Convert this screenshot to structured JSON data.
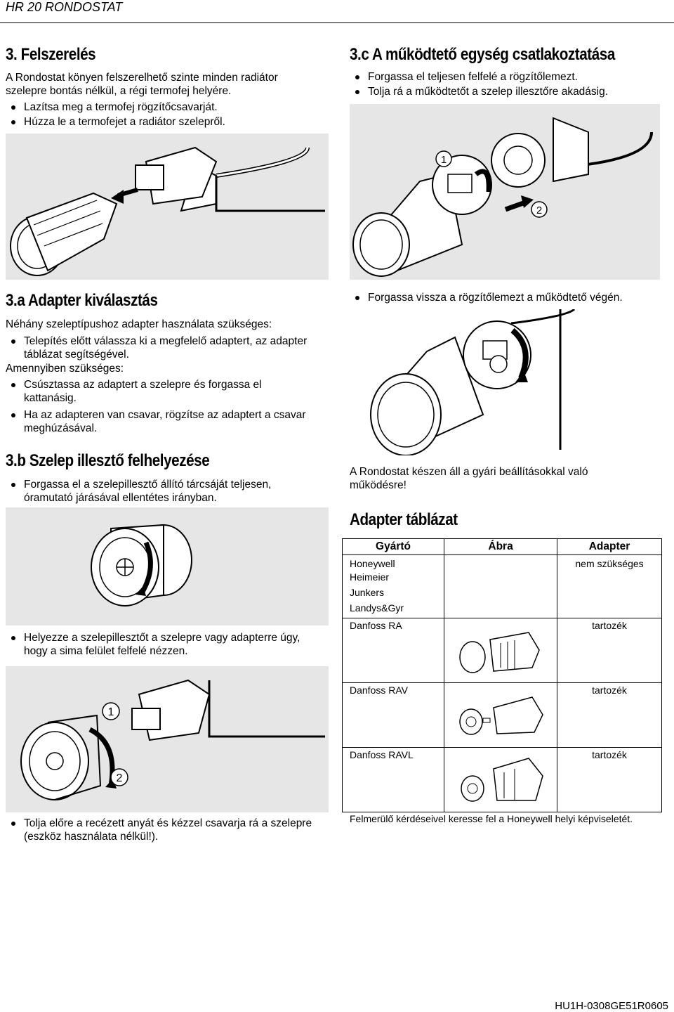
{
  "header": {
    "title": "HR 20 RONDOSTAT"
  },
  "s3": {
    "title": "3. Felszerelés",
    "intro": "A Rondostat könyen felszerelhető szinte minden radiátor szelepre bontás nélkül, a régi termofej helyére.",
    "bullets": [
      "Lazítsa meg a termofej rögzítőcsavarját.",
      "Húzza le a termofejet a radiátor szelepről."
    ]
  },
  "s3a": {
    "title": "3.a Adapter kiválasztás",
    "p1": "Néhány szeleptípushoz adapter használata szükséges:",
    "b1": "Telepítés előtt válassza ki a megfelelő adaptert, az adapter táblázat segítségével.",
    "p2": "Amennyiben szükséges:",
    "b2": "Csúsztassa az adaptert a szelepre és forgassa el kattanásig.",
    "b3": "Ha az adapteren van csavar, rögzítse az adaptert a csavar meghúzásával."
  },
  "s3b": {
    "title": "3.b Szelep illesztő felhelyezése",
    "b1": "Forgassa el a szelepillesztő állító tárcsáját teljesen, óramutató járásával ellentétes irányban.",
    "b2": "Helyezze a szelepillesztőt a szelepre vagy adapterre úgy, hogy a sima felület felfelé nézzen.",
    "b3": "Tolja előre a recézett anyát és kézzel csavarja rá a szelepre (eszköz használata nélkül!)."
  },
  "s3c": {
    "title": "3.c A működtető egység csatlakoztatása",
    "b1": "Forgassa el teljesen felfelé a rögzítőlemezt.",
    "b2": "Tolja rá a működtetőt a szelep illesztőre akadásig.",
    "b3": "Forgassa vissza a rögzítőlemezt a működtető végén.",
    "ready": "A Rondostat készen áll a gyári beállításokkal való működésre!"
  },
  "callouts": {
    "one": "1",
    "two": "2"
  },
  "table": {
    "title": "Adapter táblázat",
    "headers": [
      "Gyártó",
      "Ábra",
      "Adapter"
    ],
    "rows": [
      {
        "maker": "Honeywell",
        "adapter": "nem szükséges"
      },
      {
        "maker": "Heimeier",
        "adapter": ""
      },
      {
        "maker": "Junkers",
        "adapter": ""
      },
      {
        "maker": "Landys&Gyr",
        "adapter": ""
      },
      {
        "maker": "Danfoss RA",
        "adapter": "tartozék"
      },
      {
        "maker": "Danfoss RAV",
        "adapter": "tartozék"
      },
      {
        "maker": "Danfoss RAVL",
        "adapter": "tartozék"
      }
    ],
    "note": "Felmerülő kérdéseivel keresse fel a Honeywell helyi képviseletét."
  },
  "footer": {
    "code": "HU1H-0308GE51R0605"
  }
}
